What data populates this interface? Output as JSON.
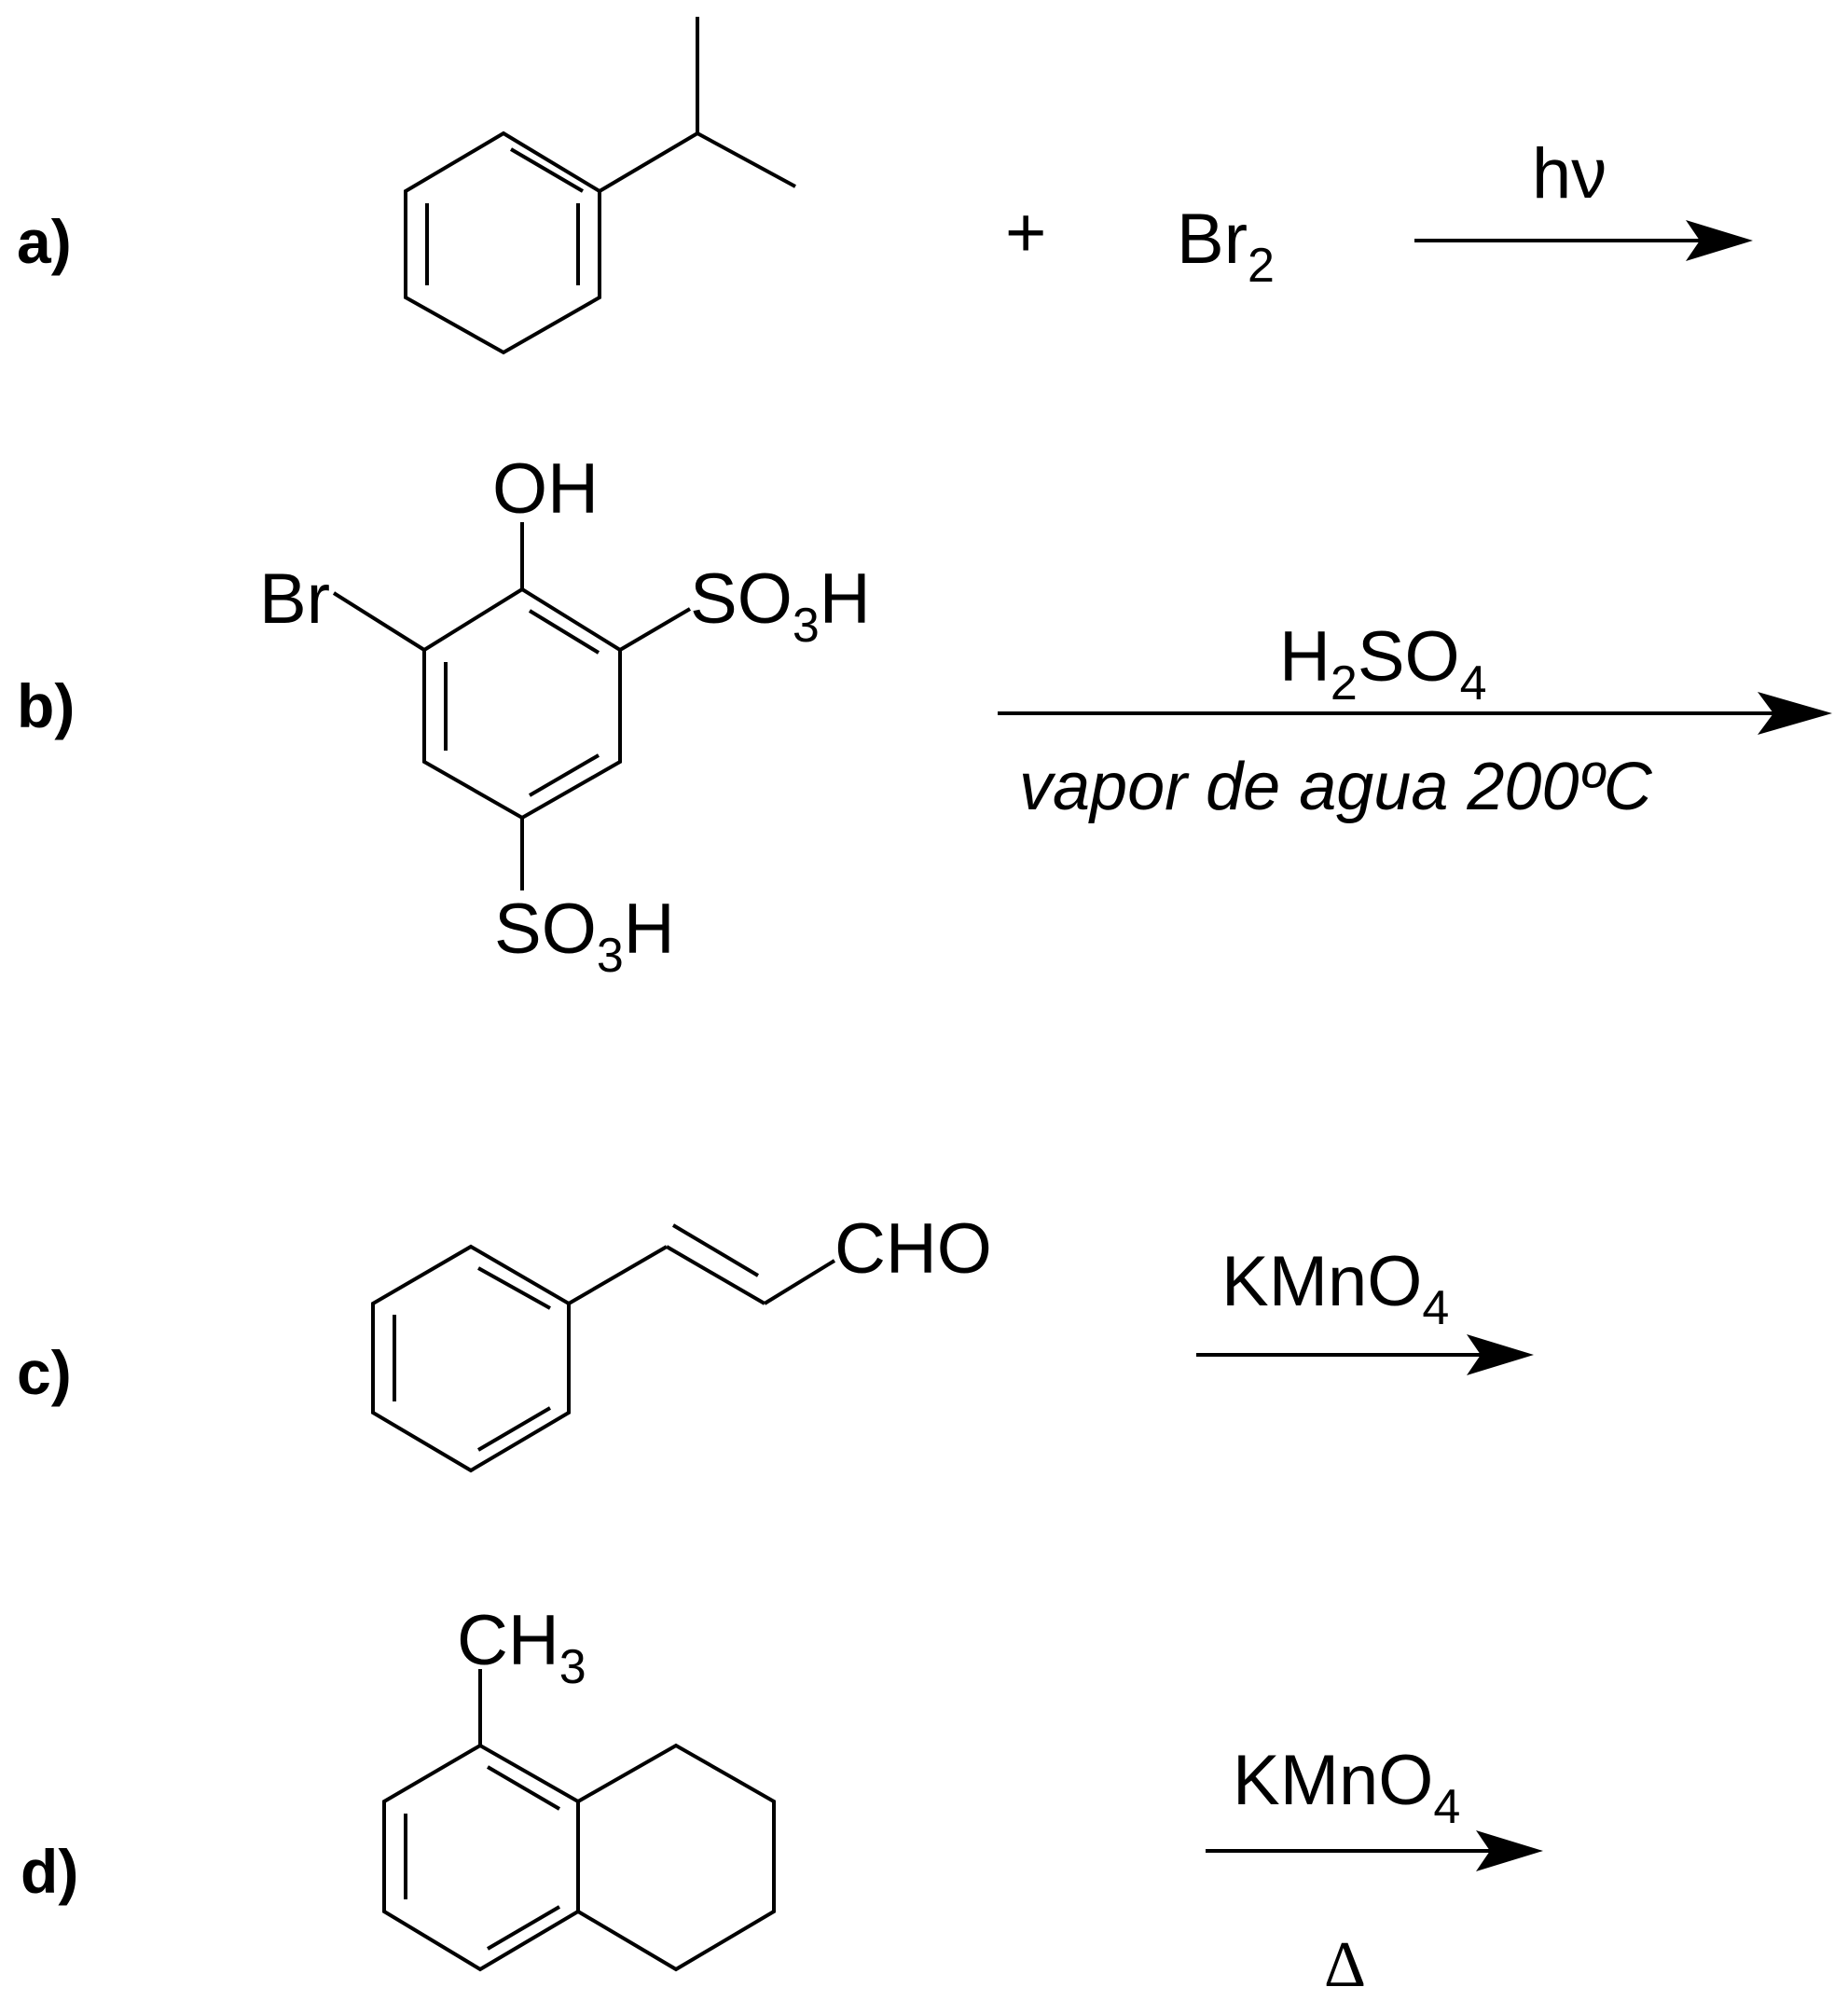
{
  "reactions": [
    {
      "label": "a)",
      "plus": "+",
      "reagent_br": "Br",
      "reagent_br_sub": "2",
      "above": "hν"
    },
    {
      "label": "b)",
      "oh": "OH",
      "br": "Br",
      "so3h_right": {
        "s": "SO",
        "n": "3",
        "h": "H"
      },
      "so3h_bottom": {
        "s": "SO",
        "n": "3",
        "h": "H"
      },
      "above": {
        "h": "H",
        "n1": "2",
        "so": "SO",
        "n2": "4"
      },
      "below": "vapor de agua 200ºC"
    },
    {
      "label": "c)",
      "cho": "CHO",
      "above": {
        "k": "KMnO",
        "n": "4"
      }
    },
    {
      "label": "d)",
      "ch3": {
        "ch": "CH",
        "n": "3"
      },
      "above": {
        "k": "KMnO",
        "n": "4"
      },
      "below": "Δ"
    }
  ]
}
